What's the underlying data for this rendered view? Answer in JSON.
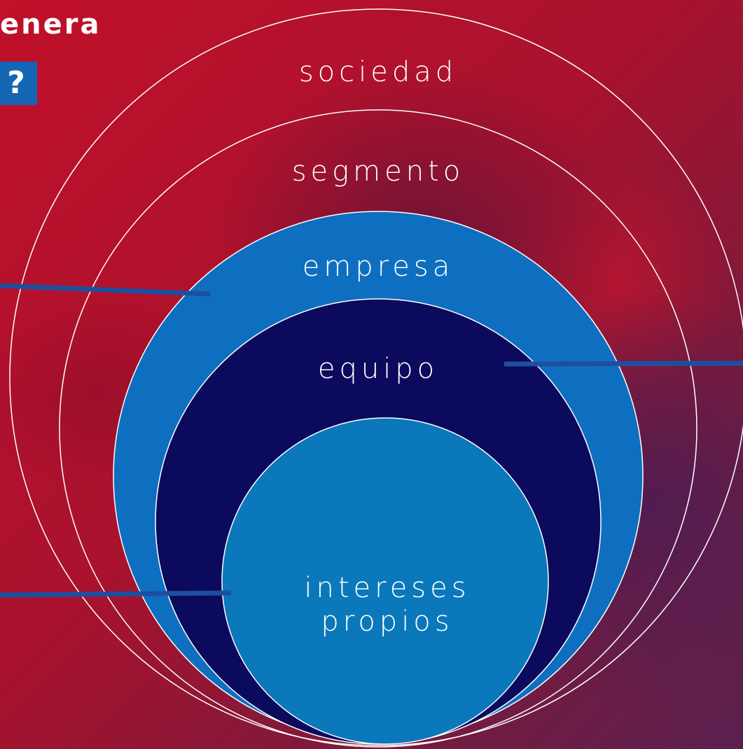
{
  "header": {
    "title_fragment": "enera",
    "question_mark": "?"
  },
  "circles": [
    {
      "label": "sociedad"
    },
    {
      "label": "segmento"
    },
    {
      "label": "empresa"
    },
    {
      "label": "equipo"
    },
    {
      "label_line1": "intereses",
      "label_line2": "propios"
    }
  ],
  "colors": {
    "background": "#b0102a",
    "empresa_fill": "#0e6fc0",
    "equipo_fill": "#0b0a5c",
    "intereses_fill": "#0a78ba",
    "outline": "#ffffff",
    "connector": "#1d4fa0",
    "question_box": "#1565b5"
  }
}
